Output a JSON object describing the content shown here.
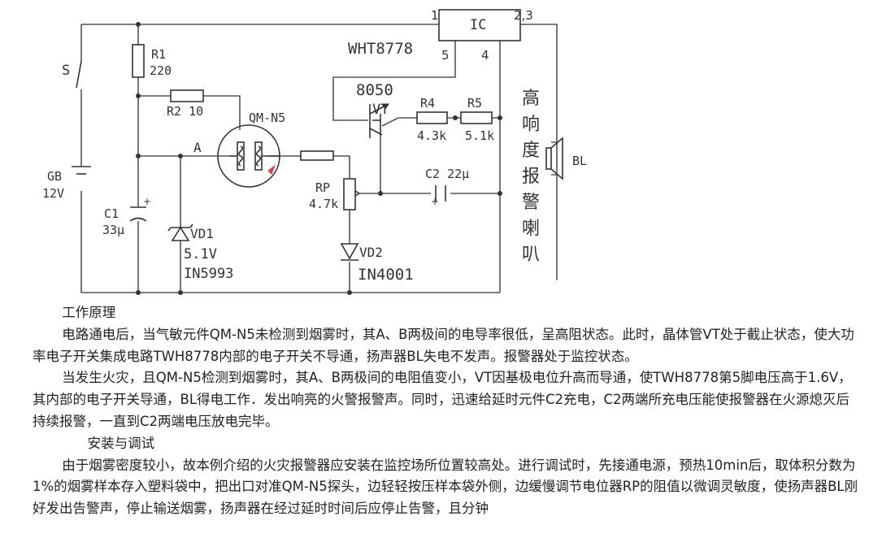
{
  "diagram": {
    "ic": {
      "name": "IC",
      "model": "WHT8778",
      "pin_1": "1",
      "pin_23": "2,3",
      "pin_5": "5",
      "pin_4": "4"
    },
    "switch": {
      "name": "S"
    },
    "battery": {
      "name": "GB",
      "value": "12V"
    },
    "r1": {
      "name": "R1",
      "value": "220"
    },
    "r2": {
      "name": "R2 10"
    },
    "sensor": {
      "name": "QM-N5",
      "node_a": "A"
    },
    "c1": {
      "name": "C1",
      "value": "33μ"
    },
    "vd1": {
      "name": "VD1",
      "value": "5.1V",
      "model": "IN5993"
    },
    "transistor": {
      "model": "8050",
      "name": "VT"
    },
    "r4": {
      "name": "R4",
      "value": "4.3k"
    },
    "r5": {
      "name": "R5",
      "value": "5.1k"
    },
    "rp": {
      "name": "RP",
      "value": "4.7k"
    },
    "c2": {
      "name": "C2 22μ"
    },
    "vd2": {
      "name": "VD2",
      "model": "IN4001"
    },
    "horn": {
      "label_chars": [
        "高",
        "响",
        "度",
        "报",
        "警",
        "喇",
        "叭"
      ],
      "name": "BL"
    }
  },
  "article": {
    "heading_principle": "工作原理",
    "para_1": "电路通电后，当气敏元件QM-N5未检测到烟雾时，其A、B两极间的电导率很低，呈高阻状态。此时，晶体管VT处于截止状态，使大功率电子开关集成电路TWH8778内部的电子开关不导通，扬声器BL失电不发声。报警器处于监控状态。",
    "para_2": "当发生火灾，且QM-N5检测到烟雾时，其A、B两极间的电阻值变小，VT因基极电位升高而导通，使TWH8778第5脚电压高于1.6V，其内部的电子开关导通，BL得电工作．发出响亮的火警报警声。同时，迅速给延时元件C2充电，C2两端所充电压能使报警器在火源熄灭后持续报警，一直到C2两端电压放电完毕。",
    "heading_install": "安装与调试",
    "para_3": "由于烟雾密度较小，故本例介绍的火灾报警器应安装在监控场所位置较高处。进行调试时，先接通电源，预热10min后，取体积分数为1%的烟雾样本存入塑料袋中，把出口对准QM-N5探头，边轻轻按压样本袋外侧，边缓慢调节电位器RP的阻值以微调灵敏度，使扬声器BL刚好发出告警声，停止输送烟雾，扬声器在经过延时时间后应停止告警，且分钟"
  }
}
